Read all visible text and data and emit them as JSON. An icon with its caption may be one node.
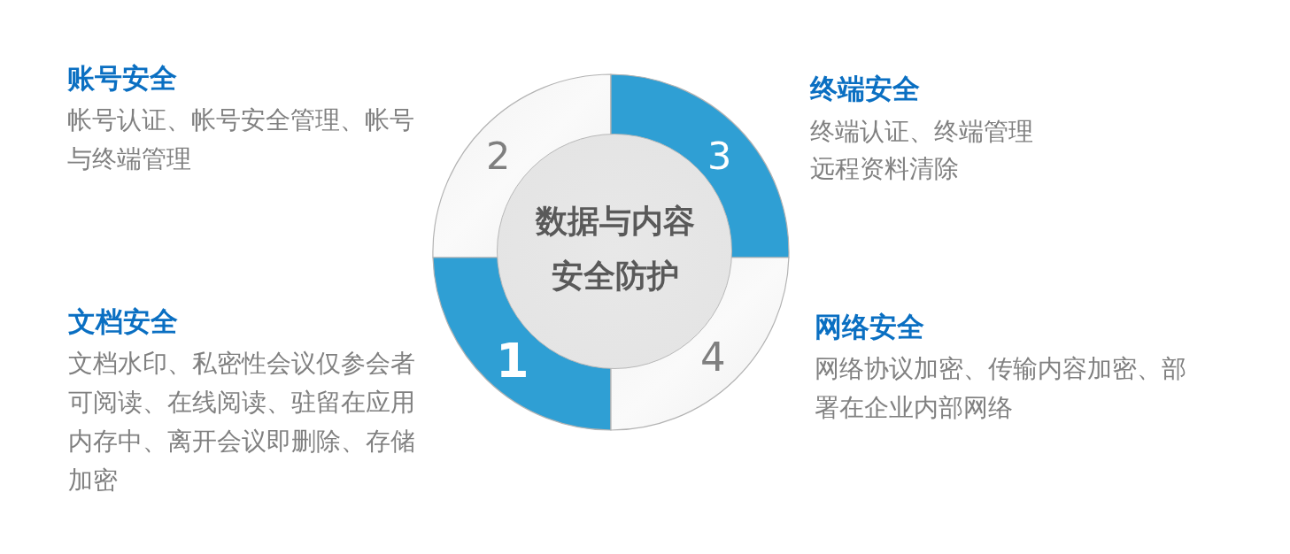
{
  "diagram": {
    "nodes": [
      {
        "text": [
          "2"
        ],
        "beside": [
          "账号安全",
          "帐号认证、帐号安全管理、帐号与终端管理"
        ]
      },
      {
        "text": [
          "3"
        ],
        "beside": [
          "终端安全",
          "终端认证、终端管理",
          "远程资料清除"
        ]
      },
      {
        "text": [
          "数据与内容安全防护"
        ]
      },
      {
        "text": [
          "1"
        ],
        "beside": [
          "文档安全",
          "文档水印、私密性会议仅参会者可阅读、在线阅读、驻留在应用内存中、离开会议即删除、存储加密"
        ]
      },
      {
        "text": [
          "4"
        ],
        "beside": [
          "网络安全",
          "网络协议加密、传输内容加密、部署在企业内部网络"
        ]
      }
    ]
  }
}
